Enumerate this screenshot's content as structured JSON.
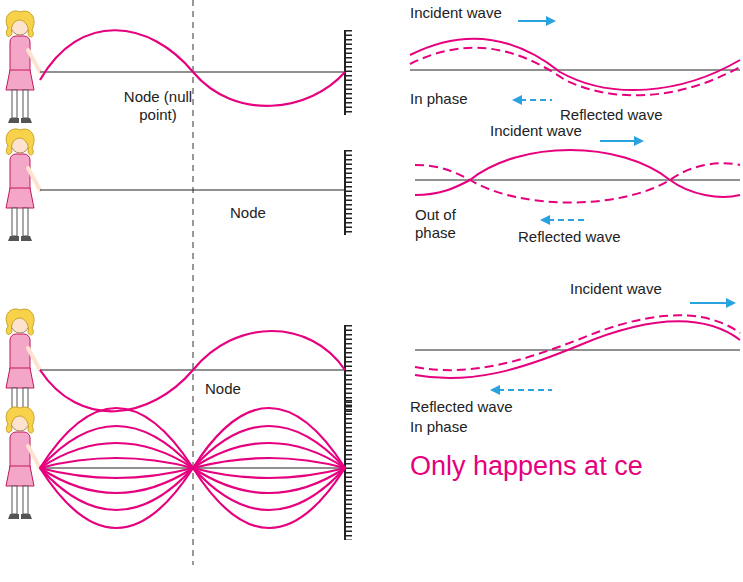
{
  "diagram": {
    "labels": [
      "Node (null point)",
      "Incident wave",
      "In phase",
      "Reflected wave",
      "Node",
      "Incident wave",
      "Out of phase",
      "Reflected wave",
      "Node",
      "Incident wave",
      "Reflected wave",
      "In phase",
      "Only happens at ce"
    ]
  }
}
